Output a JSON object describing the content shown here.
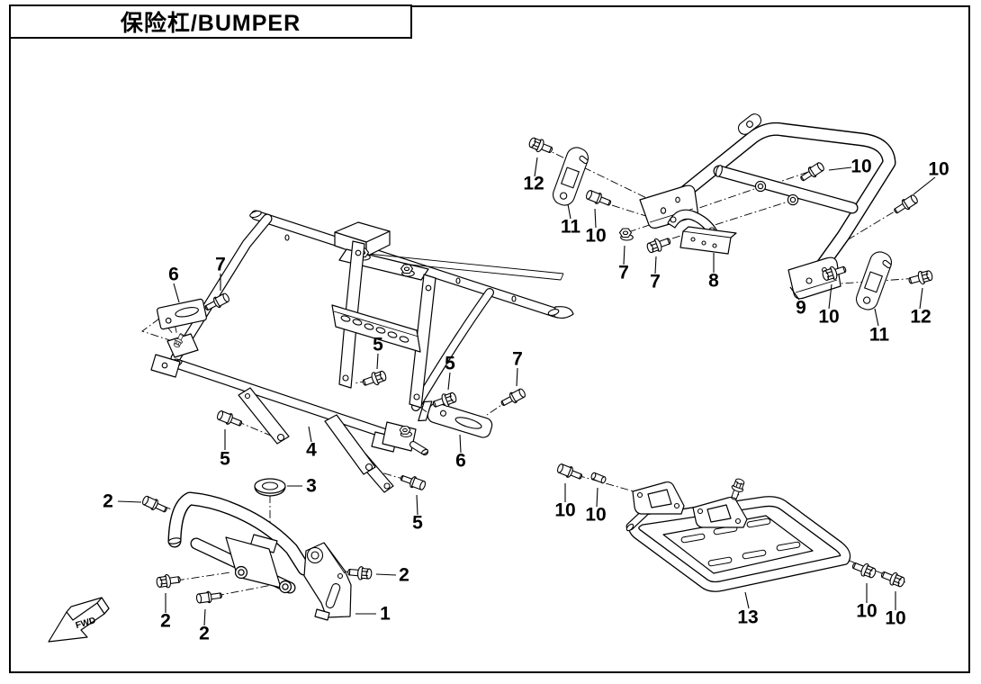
{
  "page": {
    "title": "保险杠/BUMPER",
    "fwd_label": "FWD",
    "line_color": "#000000",
    "background_color": "#ffffff"
  },
  "callouts": [
    {
      "label": "12"
    },
    {
      "label": "11"
    },
    {
      "label": "10"
    },
    {
      "label": "7"
    },
    {
      "label": "7"
    },
    {
      "label": "8"
    },
    {
      "label": "10"
    },
    {
      "label": "10"
    },
    {
      "label": "9"
    },
    {
      "label": "10"
    },
    {
      "label": "11"
    },
    {
      "label": "12"
    },
    {
      "label": "6"
    },
    {
      "label": "7"
    },
    {
      "label": "5"
    },
    {
      "label": "5"
    },
    {
      "label": "7"
    },
    {
      "label": "5"
    },
    {
      "label": "4"
    },
    {
      "label": "6"
    },
    {
      "label": "3"
    },
    {
      "label": "5"
    },
    {
      "label": "2"
    },
    {
      "label": "2"
    },
    {
      "label": "2"
    },
    {
      "label": "2"
    },
    {
      "label": "1"
    },
    {
      "label": "10"
    },
    {
      "label": "10"
    },
    {
      "label": "13"
    },
    {
      "label": "10"
    },
    {
      "label": "10"
    }
  ]
}
